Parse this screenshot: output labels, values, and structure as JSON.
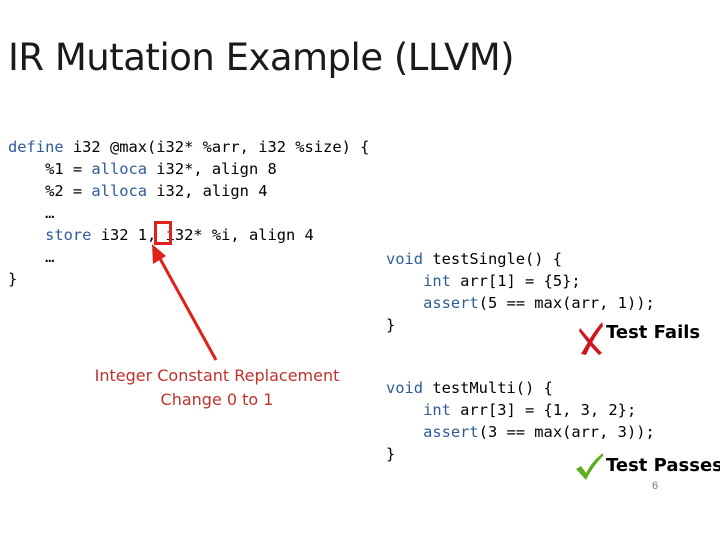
{
  "slide": {
    "title": "IR Mutation Example (LLVM)",
    "page_number": "6"
  },
  "ir_code": {
    "line1_kw": "define",
    "line1_rest": " i32 @max(i32* %arr, i32 %size) {",
    "line2_pre": "    %1 = ",
    "line2_kw": "alloca",
    "line2_rest": " i32*, align 8",
    "line3_pre": "    %2 = ",
    "line3_kw": "alloca",
    "line3_rest": " i32, align 4",
    "line4": "    …",
    "line5_pre": "    ",
    "line5_kw": "store",
    "line5_rest": " i32 1, i32* %i, align 4",
    "line6": "    …",
    "line7": "}"
  },
  "annotation": {
    "line1": "Integer Constant Replacement",
    "line2": "Change 0 to 1",
    "color": "#c0312b"
  },
  "test_single": {
    "line1_kw": "void",
    "line1_rest": " testSingle() {",
    "line2_pre": "    ",
    "line2_kw": "int",
    "line2_rest": " arr[1] = {5};",
    "line3_pre": "    ",
    "line3_kw": "assert",
    "line3_rest": "(5 == max(arr, 1));",
    "line4": "}",
    "result": "Test Fails",
    "result_icon": "red-x-icon"
  },
  "test_multi": {
    "line1_kw": "void",
    "line1_rest": " testMulti() {",
    "line2_pre": "    ",
    "line2_kw": "int",
    "line2_rest": " arr[3] = {1, 3, 2};",
    "line3_pre": "    ",
    "line3_kw": "assert",
    "line3_rest": "(3 == max(arr, 3));",
    "line4": "}",
    "result": "Test Passes",
    "result_icon": "green-check-icon"
  },
  "colors": {
    "keyword": "#2e5c99",
    "highlight": "#e0211b",
    "fail": "#d0161c",
    "pass": "#5fae1f"
  }
}
